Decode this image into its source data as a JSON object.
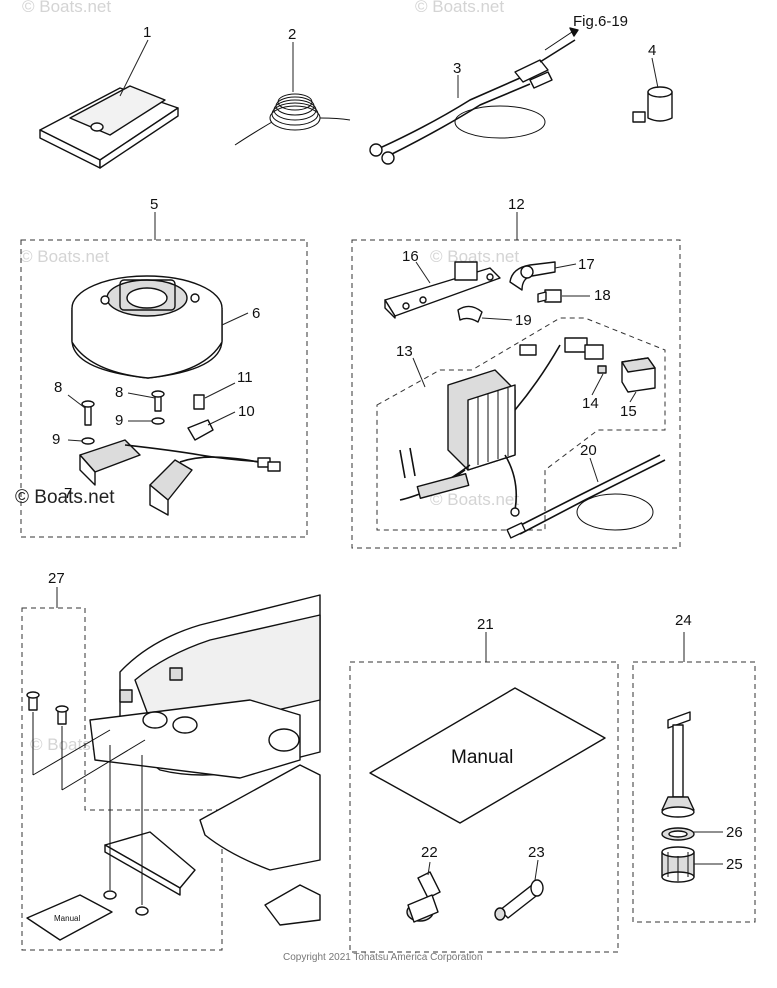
{
  "figure_ref": "Fig.6-19",
  "watermark": "© Boats.net",
  "copyright": "Copyright 2021 Tohatsu America Corporation",
  "manual_label": "Manual",
  "manual_label_small": "Manual",
  "callouts": {
    "c1": "1",
    "c2": "2",
    "c3": "3",
    "c4": "4",
    "c5": "5",
    "c6": "6",
    "c7": "7",
    "c8a": "8",
    "c8b": "8",
    "c9a": "9",
    "c9b": "9",
    "c10": "10",
    "c11": "11",
    "c12": "12",
    "c13": "13",
    "c14": "14",
    "c15": "15",
    "c16": "16",
    "c17": "17",
    "c18": "18",
    "c19": "19",
    "c20": "20",
    "c21": "21",
    "c22": "22",
    "c23": "23",
    "c24": "24",
    "c25": "25",
    "c26": "26",
    "c27": "27"
  }
}
